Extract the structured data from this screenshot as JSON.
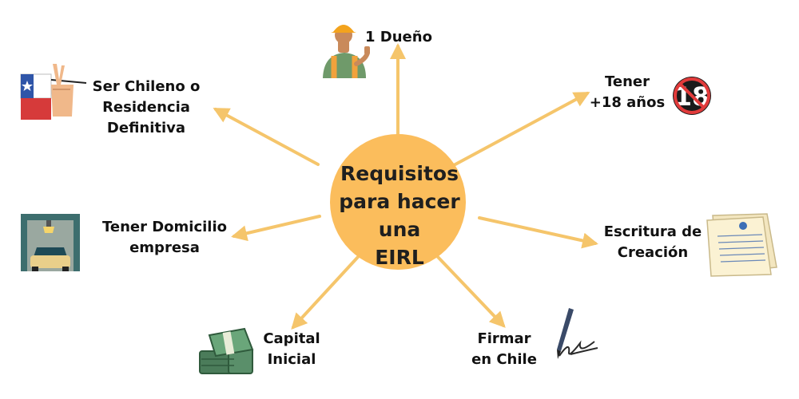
{
  "center": {
    "line1": "Requisitos",
    "line2": "para hacer una",
    "line3": "EIRL"
  },
  "colors": {
    "circle": "#fbbd5c",
    "arrow": "#f5c56b"
  },
  "requirements": [
    {
      "lines": [
        "1 Dueño"
      ],
      "icon": "worker-icon"
    },
    {
      "lines": [
        "Tener",
        "+18 años"
      ],
      "icon": "plus-18-icon"
    },
    {
      "lines": [
        "Escritura de",
        "Creación"
      ],
      "icon": "document-icon"
    },
    {
      "lines": [
        "Firmar",
        "en Chile"
      ],
      "icon": "pen-signature-icon"
    },
    {
      "lines": [
        "Capital",
        "Inicial"
      ],
      "icon": "money-stack-icon"
    },
    {
      "lines": [
        "Tener Domicilio",
        "empresa"
      ],
      "icon": "garage-car-icon"
    },
    {
      "lines": [
        "Ser Chileno o",
        "Residencia",
        "Definitiva"
      ],
      "icon": "chile-flag-icon"
    }
  ]
}
